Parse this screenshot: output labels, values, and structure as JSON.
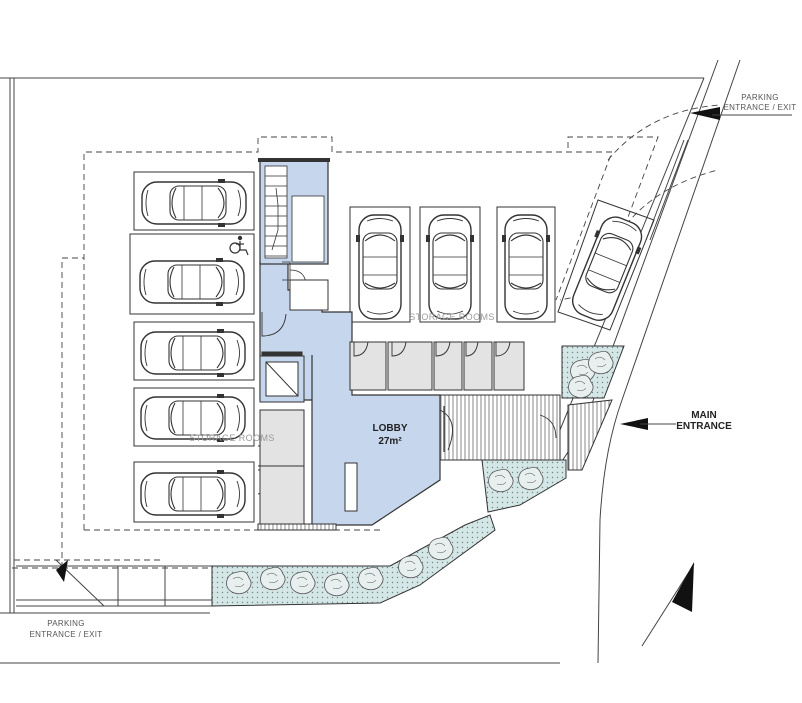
{
  "labels": {
    "parking_top_line1": "PARKING",
    "parking_top_line2": "ENTRANCE / EXIT",
    "parking_bottom_line1": "PARKING",
    "parking_bottom_line2": "ENTRANCE / EXIT",
    "main_entrance_line1": "MAIN",
    "main_entrance_line2": "ENTRANCE",
    "lobby_name": "LOBBY",
    "lobby_area": "27m²",
    "storage_upper": "STORAGE ROOMS",
    "storage_left": "STORAGE ROOMS"
  },
  "colors": {
    "lobby_fill": "#c6d6ec",
    "line": "#444444",
    "storage_fill": "#e3e3e3",
    "planter_fill": "#d4e6e6",
    "arrow": "#111111"
  },
  "icons": [
    "car-icon",
    "wheelchair-icon",
    "north-arrow-icon",
    "entrance-arrow-icon",
    "tree-icon"
  ]
}
